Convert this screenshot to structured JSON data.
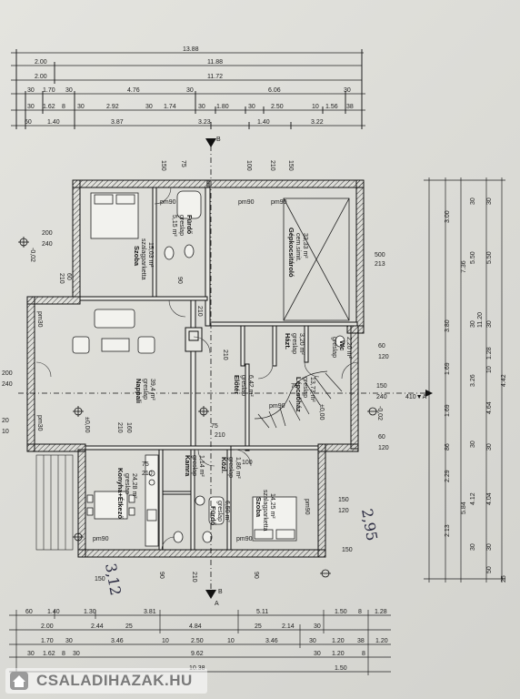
{
  "plan": {
    "top_dims": {
      "row1": [
        "13.88"
      ],
      "row2": [
        "2.00",
        "11.88"
      ],
      "row3": [
        "2.00",
        "11.72"
      ],
      "row4": [
        "30",
        "1.70",
        "30",
        "4.76",
        "30",
        "6.06",
        "30"
      ],
      "row5": [
        "30",
        "1.62",
        "8",
        "30",
        "2.92",
        "30",
        "1.74",
        "30",
        "1.80",
        "30",
        "2.50",
        "10",
        "1.56",
        "38"
      ],
      "row6": [
        "60",
        "1.40",
        "3.87",
        "3.23",
        "1.40",
        "3.22"
      ]
    },
    "right_dims": {
      "col1": [
        "4.42"
      ],
      "col2": [
        "11.20"
      ],
      "col3": [
        "30",
        "5.50",
        "30",
        "1.28",
        "10",
        "4.64",
        "30",
        "4.04",
        "30",
        "50"
      ],
      "col4": [
        "30",
        "5.50",
        "30",
        "3.26",
        "30",
        "4.12",
        "30"
      ],
      "col5": [
        "3.00",
        "7.36",
        "3.80",
        "1.69",
        "1.69",
        "86",
        "2.29",
        "5.84",
        "2.13",
        "25"
      ]
    },
    "bottom_dims": {
      "row1": [
        "60",
        "1.40",
        "1.30",
        "3.81",
        "5.11",
        "1.50",
        "8",
        "1.28"
      ],
      "row2": [
        "2.00",
        "2.44",
        "25",
        "4.84",
        "25",
        "2.14",
        "30"
      ],
      "row3": [
        "1.70",
        "30",
        "3.46",
        "10",
        "2.50",
        "10",
        "3.46",
        "30",
        "1.20",
        "38",
        "1.20"
      ],
      "row4": [
        "30",
        "1.62",
        "8",
        "30",
        "9.62",
        "30",
        "1.20",
        "8"
      ],
      "row5": [
        "10.38",
        "1.50"
      ]
    },
    "rooms": {
      "szoba1": {
        "name": "Szoba",
        "floor": "szalagparketta",
        "area": "15,03 m²"
      },
      "furdo1": {
        "name": "Fürdő",
        "floor": "greslap",
        "area": "5,15 m²"
      },
      "garage": {
        "name": "Gépkocsitároló",
        "floor": "cem.simit.",
        "area": "33,33 m²"
      },
      "nappali": {
        "name": "Nappali",
        "floor": "greslap",
        "area": "39,4 m²"
      },
      "eloter": {
        "name": "Előtér",
        "floor": "greslap",
        "area": "6,42 m²"
      },
      "hazt": {
        "name": "Házt.",
        "floor": "greslap",
        "area": "3,20 m²"
      },
      "wc": {
        "name": "Wc",
        "floor": "greslap",
        "area": "2,20 m²"
      },
      "lepcsohaz": {
        "name": "Lépcsőház",
        "floor": "greslap",
        "area": "13,73 m²"
      },
      "konyha": {
        "name": "Konyha+Étkező",
        "floor": "greslap",
        "area": "24,28 m²"
      },
      "kamra": {
        "name": "Kamra",
        "floor": "greslap",
        "area": "1,14 m²"
      },
      "kozl": {
        "name": "Közl.",
        "floor": "greslap",
        "area": "1,86 m²"
      },
      "furdo2": {
        "name": "Fürdő",
        "floor": "greslap",
        "area": "6,50 m²"
      },
      "szoba2": {
        "name": "Szoba",
        "floor": "szalagparketta",
        "area": "14,25 m²"
      }
    },
    "labels": {
      "pm90a": "pm90",
      "pm90b": "pm90",
      "pm90c": "pm90",
      "pm90d": "pm90",
      "pm90e": "pm90",
      "pm90f": "pm90",
      "pm90g": "pm90",
      "pm30a": "pm30",
      "pm30b": "pm30",
      "sectA_right": "410▼A",
      "sectA_bot": "A",
      "sectB_top": "B",
      "sectB_bot": "B",
      "lev1": "-0,02",
      "lev2": "-0,02",
      "lev3": "±0,00",
      "lev4": "±0,00",
      "w1": "200",
      "w1b": "240",
      "w2": "500",
      "w2b": "213",
      "w3": "60",
      "w3b": "120",
      "w4": "150",
      "w4b": "240",
      "w5": "60",
      "w5b": "120",
      "w6": "200",
      "w6b": "240",
      "w7": "20",
      "w7b": "10",
      "w8": "150",
      "w8b": "120",
      "w9": "210",
      "w10": "160",
      "w11": "150",
      "w12": "100",
      "d1": "210",
      "d2": "90",
      "d3": "75",
      "d4": "100",
      "d5": "210",
      "d6": "210",
      "d7": "75",
      "d8": "210",
      "d9": "150",
      "d10": "150",
      "d11": "150",
      "d12": "90",
      "d13": "210",
      "d14": "90",
      "d15": "75",
      "d16": "210",
      "d17": "60",
      "d18": "210",
      "d19": "75"
    },
    "handwritten": {
      "note1": "2,95",
      "note2": "3,12"
    }
  },
  "watermark": {
    "text": "CSALADIHAZAK.HU",
    "icon": "house-logo-icon"
  }
}
